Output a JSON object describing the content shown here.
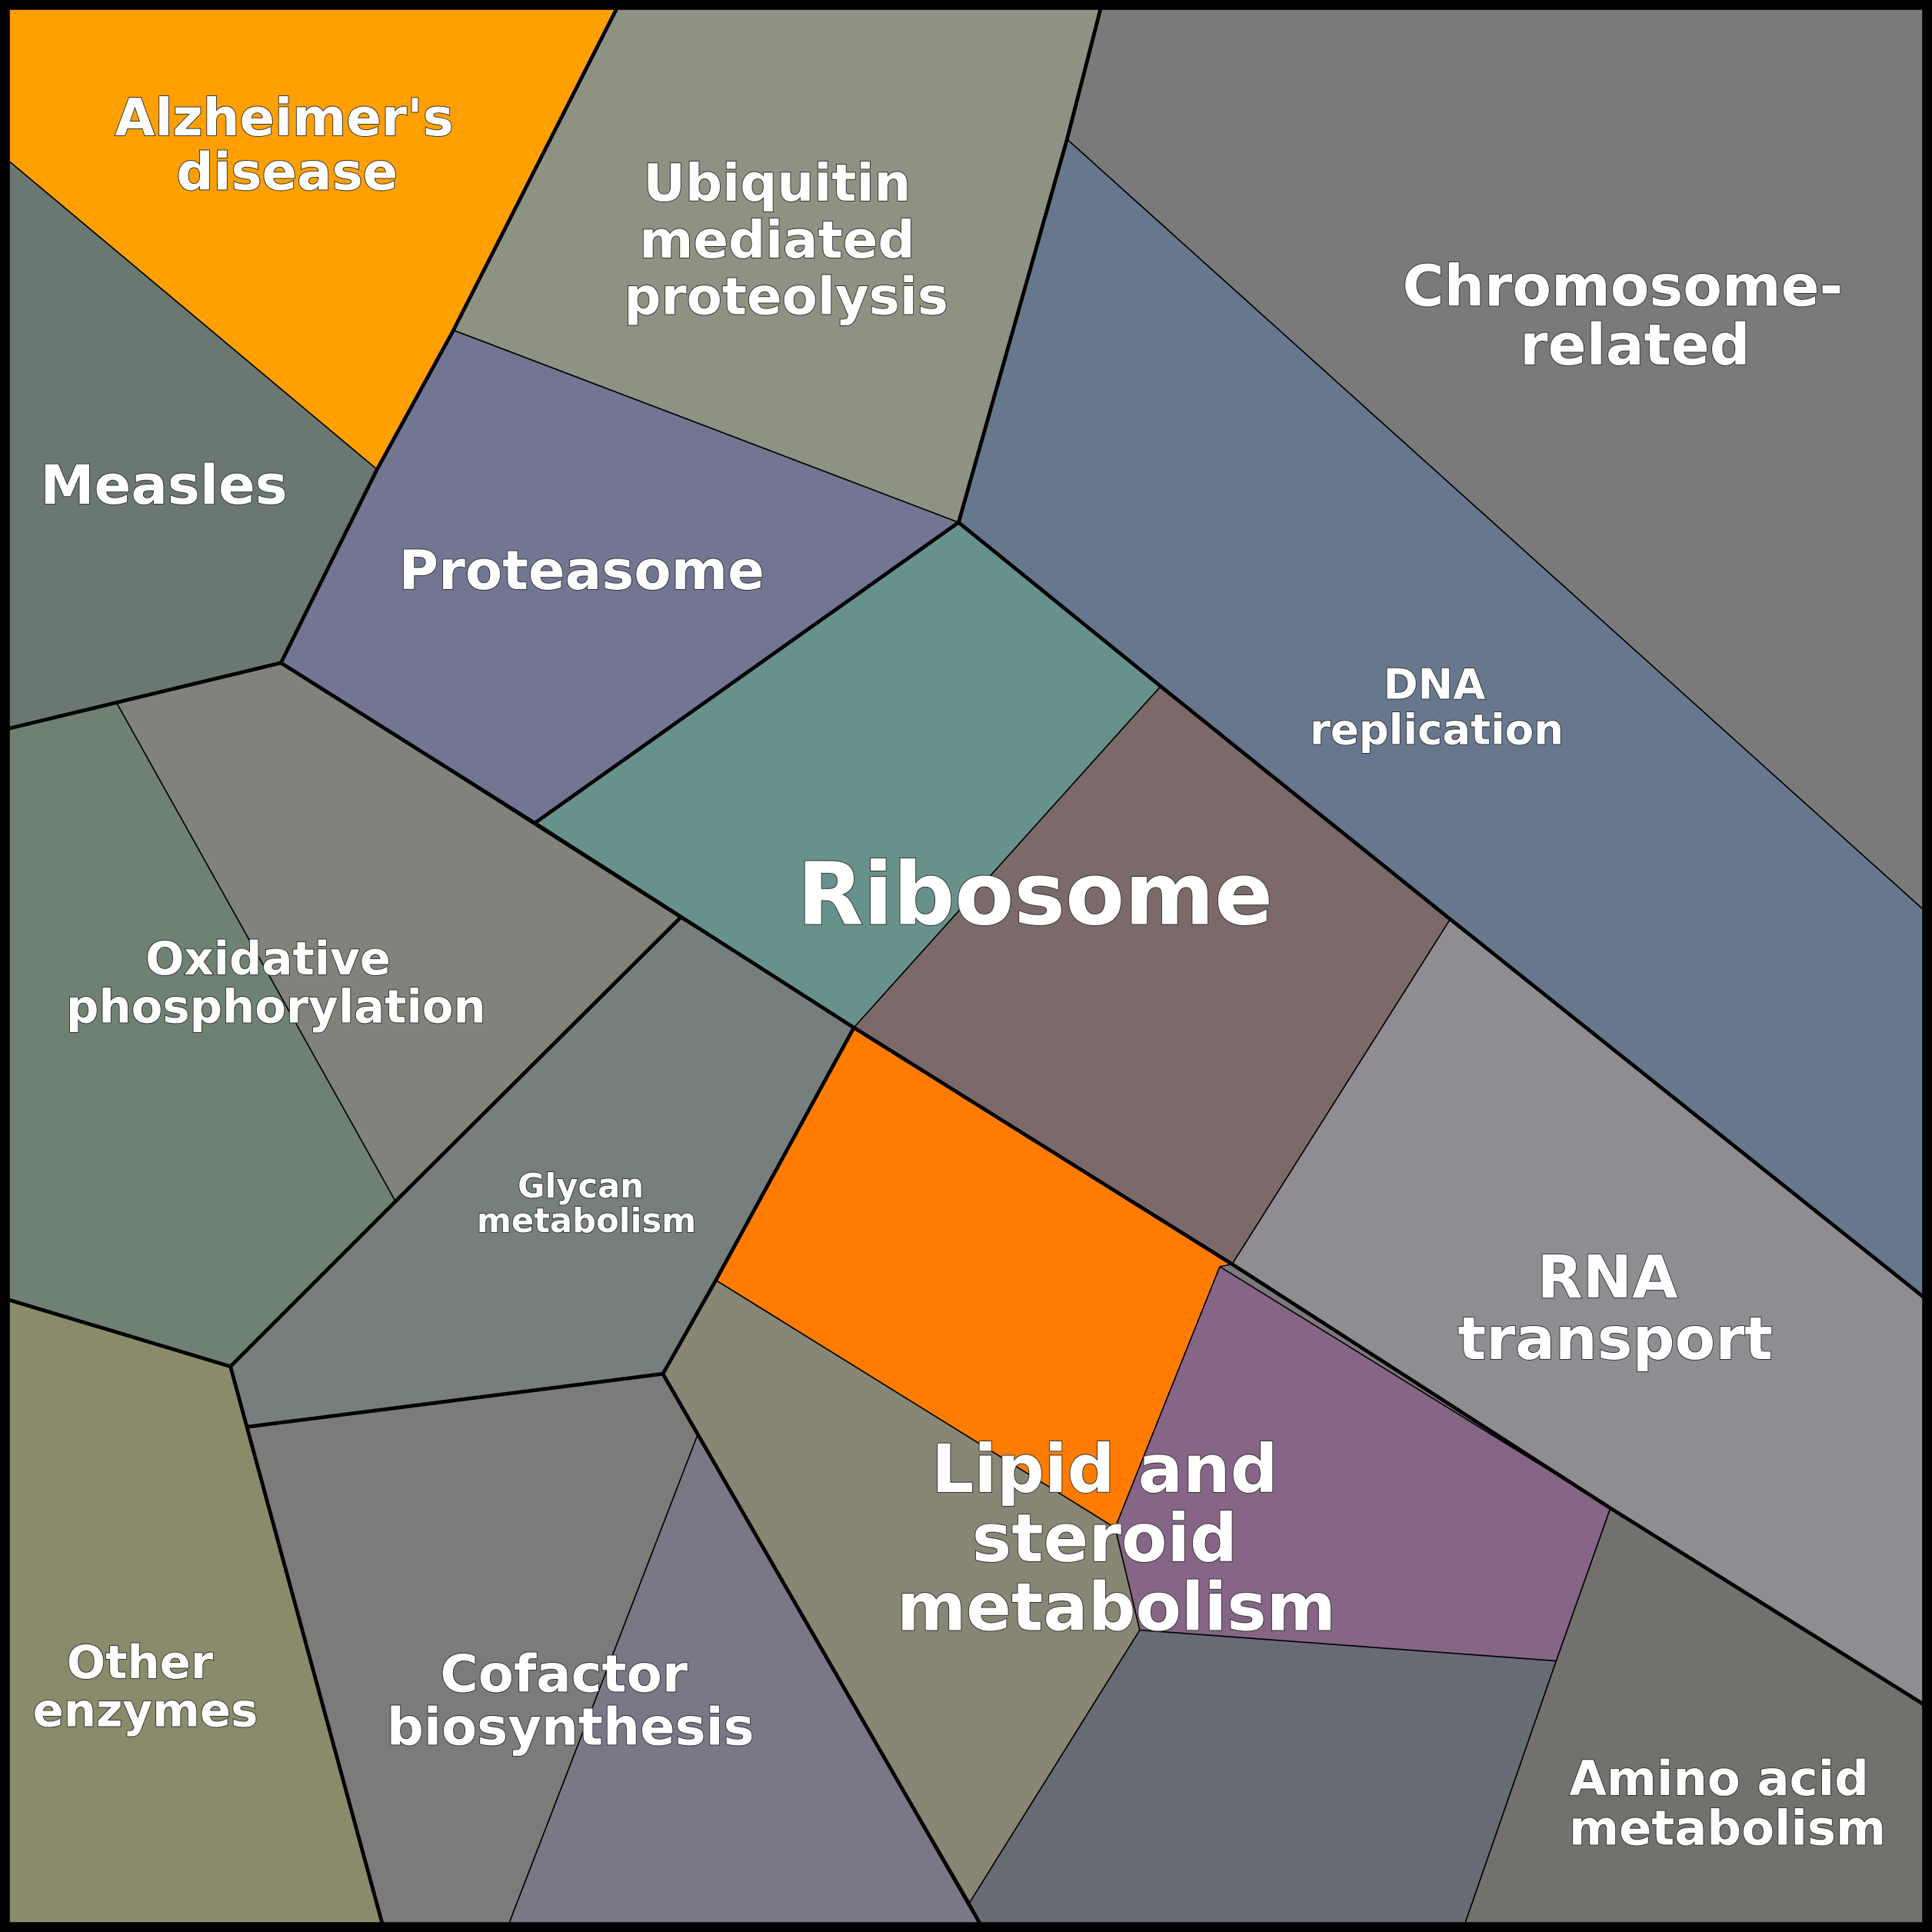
{
  "diagram": {
    "type": "voronoi-treemap",
    "cells": [
      {
        "id": "alzheimers",
        "lines": [
          "Alzheimer's",
          "disease"
        ],
        "color": "#ffa000"
      },
      {
        "id": "ubiquitin",
        "lines": [
          "Ubiquitin",
          "mediated",
          "proteolysis"
        ],
        "color": "#8e9282"
      },
      {
        "id": "chromosome",
        "lines": [
          "Chromosome-",
          "related"
        ],
        "color": "#7a7a7a"
      },
      {
        "id": "measles",
        "lines": [
          "Measles"
        ],
        "color": "#6b7871"
      },
      {
        "id": "proteasome",
        "lines": [
          "Proteasome"
        ],
        "color": "#727692"
      },
      {
        "id": "dna-replication",
        "lines": [
          "DNA",
          "replication"
        ],
        "color": "#67788e"
      },
      {
        "id": "ribosome-teal",
        "lines": [],
        "color": "#67928b"
      },
      {
        "id": "ribosome-brown",
        "lines": [],
        "color": "#7b6a69"
      },
      {
        "id": "ribosome",
        "lines": [
          "Ribosome"
        ],
        "color": ""
      },
      {
        "id": "oxphos-left",
        "lines": [],
        "color": "#6e8173"
      },
      {
        "id": "oxphos-right",
        "lines": [
          "Oxidative",
          "phosphorylation"
        ],
        "color": "#82827c"
      },
      {
        "id": "glycan",
        "lines": [
          "Glycan",
          "metabolism"
        ],
        "color": "#767f7e"
      },
      {
        "id": "rna-transport",
        "lines": [
          "RNA",
          "transport"
        ],
        "color": "#8f8d92"
      },
      {
        "id": "lipid-orange",
        "lines": [],
        "color": "#ff7c00"
      },
      {
        "id": "lipid-purple",
        "lines": [],
        "color": "#866587"
      },
      {
        "id": "lipid-khaki",
        "lines": [],
        "color": "#888674"
      },
      {
        "id": "lipid-slate",
        "lines": [],
        "color": "#686b74"
      },
      {
        "id": "lipid",
        "lines": [
          "Lipid and",
          "steroid",
          "metabolism"
        ],
        "color": ""
      },
      {
        "id": "other-enzymes",
        "lines": [
          "Other",
          "enzymes"
        ],
        "color": "#898b6a"
      },
      {
        "id": "cofactor-gray",
        "lines": [],
        "color": "#7c7b79"
      },
      {
        "id": "cofactor-violet",
        "lines": [],
        "color": "#7b7787"
      },
      {
        "id": "cofactor",
        "lines": [
          "Cofactor",
          "biosynthesis"
        ],
        "color": ""
      },
      {
        "id": "amino-acid",
        "lines": [
          "Amino acid",
          "metabolism"
        ],
        "color": "#72716e"
      }
    ]
  }
}
